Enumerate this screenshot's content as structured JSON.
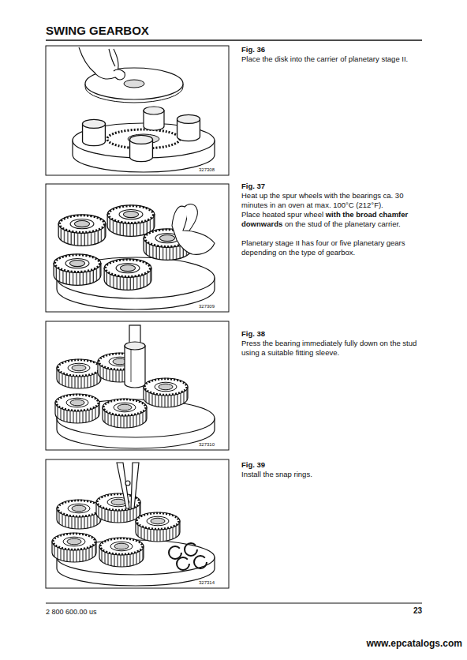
{
  "diagram": {
    "title": "SWING GEARBOX",
    "labels": [
      "Fig. 36",
      "Place the disk into the carrier of planetary stage II.",
      "327308",
      "Fig. 37",
      "Heat up the spur wheels with the bearings ca. 30 minutes in an oven at max. 100°C (212°F).",
      "Place heated spur wheel",
      "with the broad chamfer downwards",
      "on the stud of the planetary carrier.",
      "Planetary stage II has four or five planetary gears depending on the type of gearbox.",
      "327309",
      "Fig. 38",
      "Press the bearing immediately fully down on the stud using a suitable fitting sleeve.",
      "327310",
      "Fig. 39",
      "Install the snap rings.",
      "327314",
      "2 800 600.00 us",
      "23",
      "www.epcatalogs.com"
    ]
  }
}
